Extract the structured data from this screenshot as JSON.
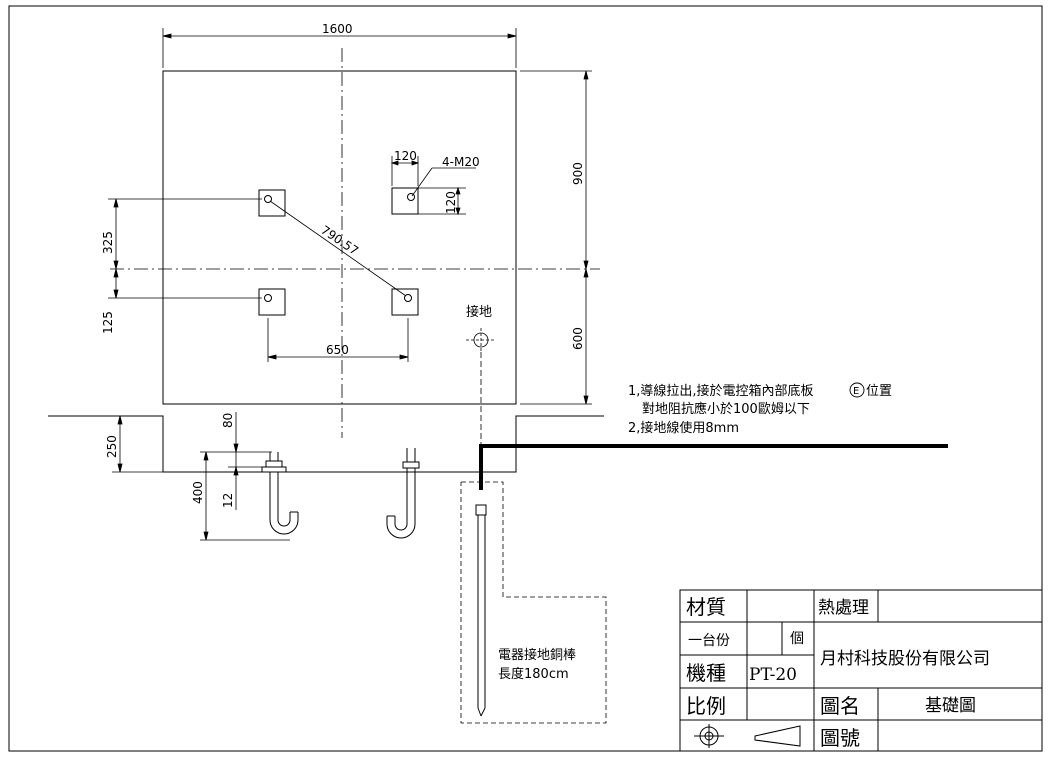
{
  "dimensions": {
    "width_1600": "1600",
    "height_900": "900",
    "height_600": "600",
    "bolt_spacing_120_h": "120",
    "bolt_spacing_120_v": "120",
    "bolt_spec": "4-M20",
    "diagonal": "790.57",
    "offset_325": "325",
    "offset_125": "125",
    "spacing_650": "650",
    "depth_250": "250",
    "depth_80": "80",
    "length_400": "400",
    "size_12": "12"
  },
  "labels": {
    "ground_point": "接地",
    "rod_title": "電器接地銅棒",
    "rod_length": "長度180cm"
  },
  "notes": {
    "line1_prefix": "1,導線拉出,接於電控箱內部底板",
    "line1_symbol": "E",
    "line1_suffix": "位置",
    "line2": "對地阻抗應小於100歐姆以下",
    "line3": "2,接地線使用8mm"
  },
  "title_block": {
    "material_label": "材質",
    "material_value": "",
    "heat_label": "熱處理",
    "heat_value": "",
    "qty_label": "一台份",
    "qty_value": "",
    "qty_unit": "個",
    "model_label": "機種",
    "model_value": "PT-20",
    "company": "月村科技股份有限公司",
    "scale_label": "比例",
    "drawing_name_label": "圖名",
    "drawing_name": "基礎圖",
    "drawing_no_label": "圖號",
    "drawing_no": ""
  }
}
